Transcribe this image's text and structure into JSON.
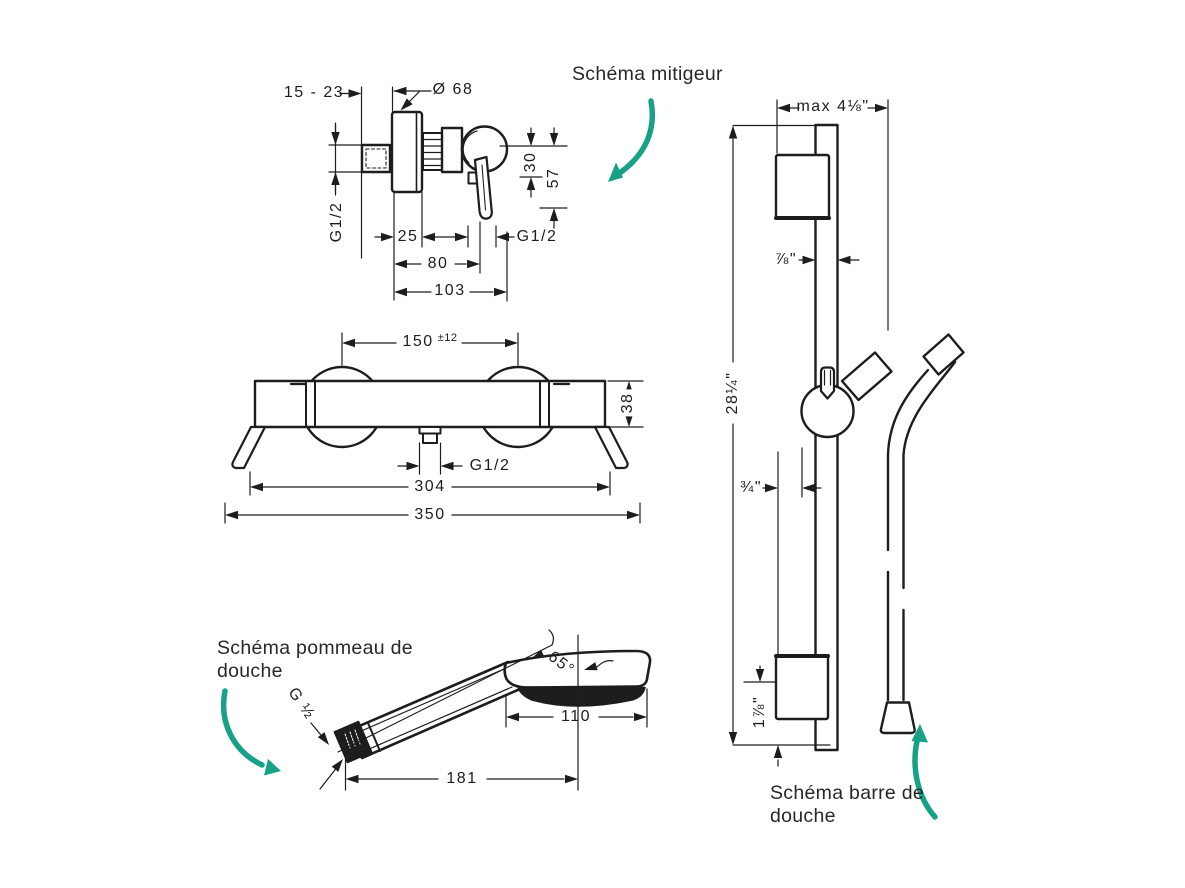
{
  "colors": {
    "line": "#1d1d1d",
    "accent": "#17A287",
    "background": "#ffffff"
  },
  "titles": {
    "mixer": "Schéma mitigeur",
    "handshower_line1": "Schéma pommeau de",
    "handshower_line2": "douche",
    "bar_line1": "Schéma barre de",
    "bar_line2": "douche"
  },
  "mixer_dims": {
    "wall_depth": "15 - 23",
    "escutcheon_diameter": "Ø 68",
    "inlet_thread": "G1/2",
    "handle_top_offset": "30",
    "handle_height": "57",
    "escutcheon_depth": "25",
    "outlet_thread": "G1/2",
    "lever_projection": "80",
    "total_projection": "103"
  },
  "thermostat_dims": {
    "center_distance": "150",
    "center_distance_tolerance": "±12",
    "body_height": "38",
    "outlet_thread": "G1/2",
    "body_width": "304",
    "total_width": "350"
  },
  "handshower_dims": {
    "thread": "G ½",
    "spray_angle": "65°",
    "head_width": "110",
    "total_length": "181"
  },
  "bar_dims": {
    "max_bracket_width": "max 4⅛\"",
    "bar_diameter": "⅞\"",
    "bar_height": "28¼\"",
    "wall_clearance": "¾\"",
    "bracket_height": "1⅞\""
  }
}
